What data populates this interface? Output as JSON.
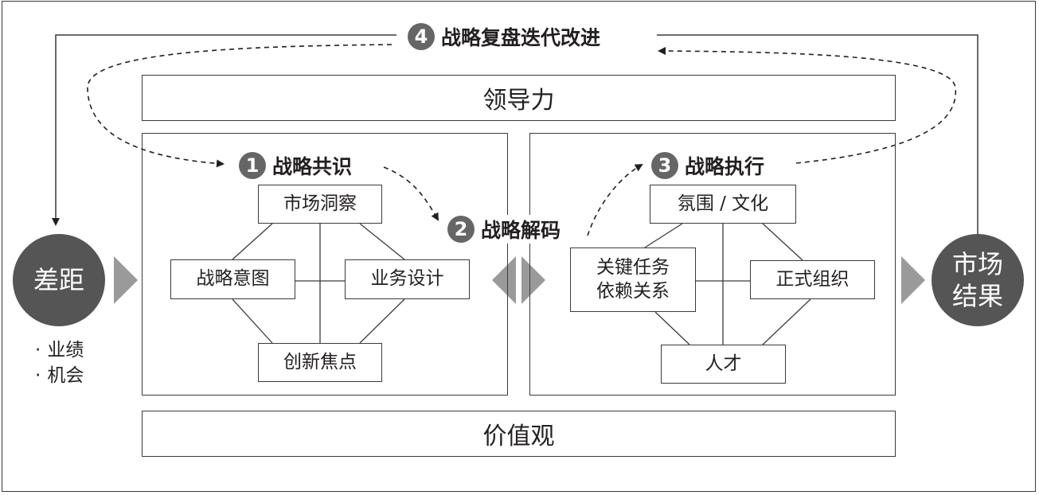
{
  "leadership": "领导力",
  "values": "价值观",
  "gap": {
    "label_line1": "差距",
    "bullets": [
      "业绩",
      "机会"
    ]
  },
  "market": {
    "label_line1": "市场",
    "label_line2": "结果"
  },
  "steps": [
    {
      "num": "1",
      "label": "战略共识"
    },
    {
      "num": "2",
      "label": "战略解码"
    },
    {
      "num": "3",
      "label": "战略执行"
    },
    {
      "num": "4",
      "label": "战略复盘迭代改进"
    }
  ],
  "left_panel": {
    "top": "市场洞察",
    "left": "战略意图",
    "right": "业务设计",
    "bottom": "创新焦点"
  },
  "right_panel": {
    "top": "氛围 / 文化",
    "left_line1": "关键任务",
    "left_line2": "依赖关系",
    "right": "正式组织",
    "bottom": "人才"
  },
  "colors": {
    "circle": "#555555",
    "arrow": "#9a9a9a",
    "step_badge": "#666666",
    "line": "#3a3a3a"
  }
}
